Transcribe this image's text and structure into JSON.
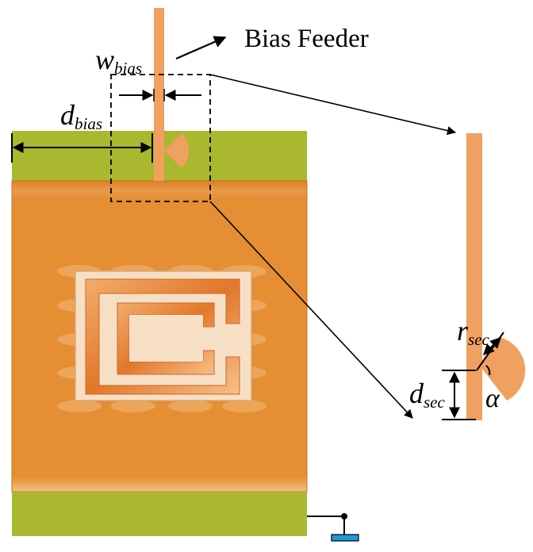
{
  "labels": {
    "bias_feeder": "Bias Feeder",
    "w_main": "w",
    "w_sub": "bias",
    "d_main": "d",
    "d_sub": "bias",
    "r_main": "r",
    "r_sub": "sec",
    "dsec_main": "d",
    "dsec_sub": "sec",
    "alpha": "α"
  },
  "colors": {
    "green_band": "#a9b82f",
    "orange_body": "#e58e33",
    "feed_line": "#f0a060",
    "light_tile": "#f6dcc0",
    "resonator": "#e88a3c",
    "ground": "#1e9ad6"
  }
}
